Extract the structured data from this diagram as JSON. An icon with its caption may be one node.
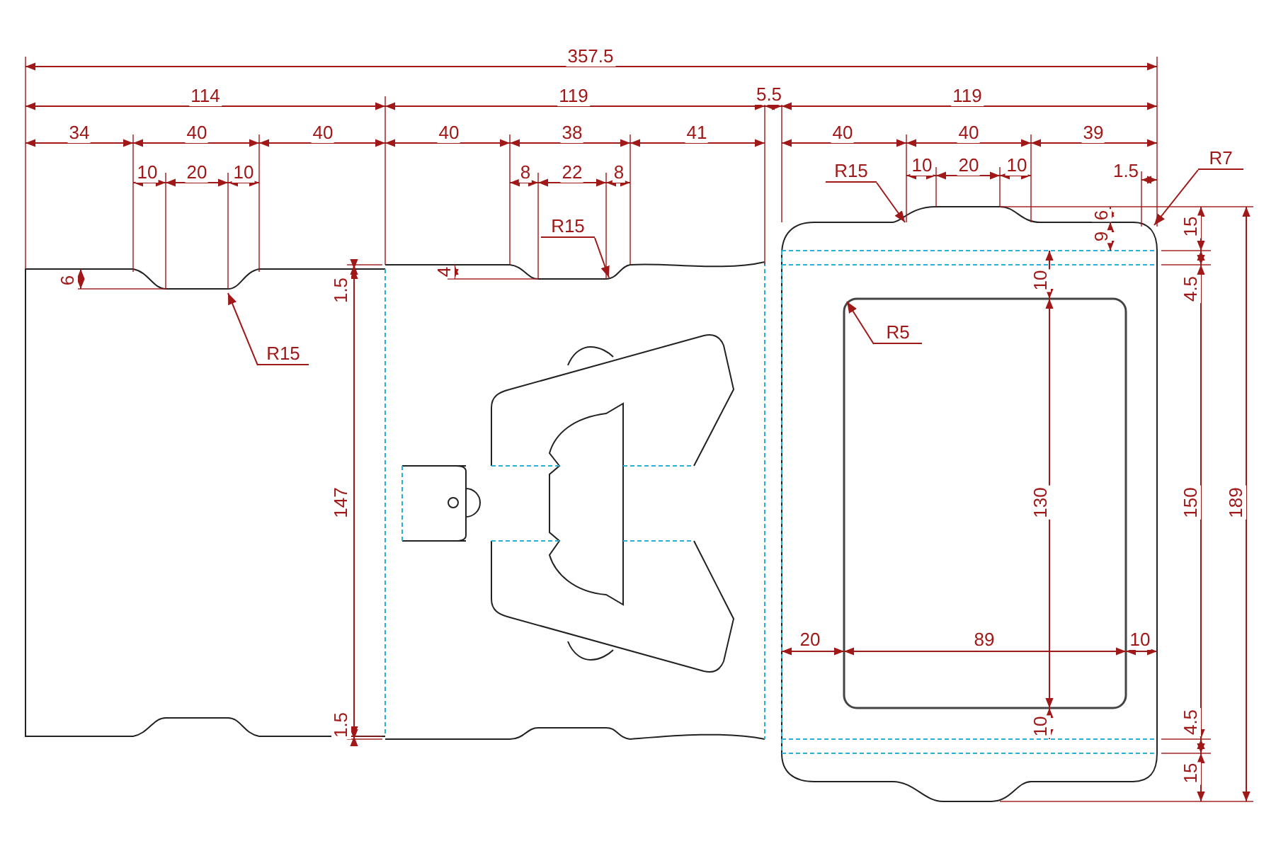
{
  "diagram": {
    "nodes": [
      {
        "text": [
          "R15"
        ]
      },
      {
        "text": [
          "R7"
        ]
      },
      {
        "text": [
          "R15"
        ]
      },
      {
        "text": [
          "R5"
        ]
      },
      {
        "text": [
          "R15"
        ]
      }
    ],
    "edges": [
      {
        "from": 0,
        "to": null,
        "arrow": "to"
      },
      {
        "from": 1,
        "to": null,
        "arrow": "to"
      },
      {
        "from": 2,
        "to": null,
        "arrow": "to"
      },
      {
        "from": 3,
        "to": null,
        "arrow": "to"
      },
      {
        "from": 4,
        "to": null,
        "arrow": "to"
      }
    ],
    "labels": [
      "357.5",
      "114",
      "119",
      "5.5",
      "119",
      "34",
      "40",
      "40",
      "40",
      "38",
      "41",
      "40",
      "40",
      "39",
      "10",
      "20",
      "10",
      "8",
      "22",
      "8",
      "10",
      "20",
      "10",
      "1.5",
      "6",
      "9",
      "15",
      "6",
      "1.5",
      "4",
      "10",
      "4.5",
      "147",
      "130",
      "150",
      "189",
      "20",
      "89",
      "10",
      "1.5",
      "10",
      "4.5",
      "15"
    ]
  }
}
